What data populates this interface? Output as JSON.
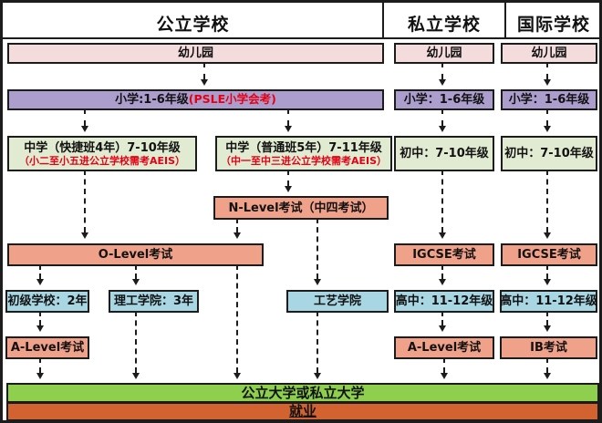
{
  "header": {
    "public": "公立学校",
    "private": "私立学校",
    "international": "国际学校"
  },
  "nodes": {
    "public_kindergarten": "幼儿园",
    "private_kindergarten": "幼儿园",
    "intl_kindergarten": "幼儿园",
    "public_primary_main": "小学:1-6年级",
    "public_primary_note": "(PSLE小学会考)",
    "private_primary": "小学：1-6年级",
    "intl_primary": "小学：1-6年级",
    "express_main": "中学（快捷班4年）7-10年级",
    "express_note": "（小二至小五进公立学校需考AEIS）",
    "normal_main": "中学（普通班5年）7-11年级",
    "normal_note": "（中一至中三进公立学校需考AEIS）",
    "private_junior_high": "初中：7-10年级",
    "intl_junior_high": "初中：7-10年级",
    "nlevel_exam": "N-Level考试（中四考试）",
    "olevel_exam": "O-Level考试",
    "private_igcse": "IGCSE考试",
    "intl_igcse": "IGCSE考试",
    "junior_college": "初级学校：2年",
    "polytechnic": "理工学院：3年",
    "ite": "工艺学院",
    "private_senior_high": "高中：11-12年级",
    "intl_senior_high": "高中：11-12年级",
    "public_alevel": "A-Level考试",
    "private_alevel": "A-Level考试",
    "intl_ib": "IB考试",
    "university": "公立大学或私立大学",
    "employment": "就业"
  },
  "colors": {
    "kindergarten": "#f4dcdd",
    "primary": "#ab9ecd",
    "secondary": "#e1ebd1",
    "exam": "#f0a189",
    "college": "#a8d6e2",
    "university": "#8ed04e",
    "employment": "#d2622f",
    "note_red": "#e60014",
    "line": "#1c1c1c"
  }
}
